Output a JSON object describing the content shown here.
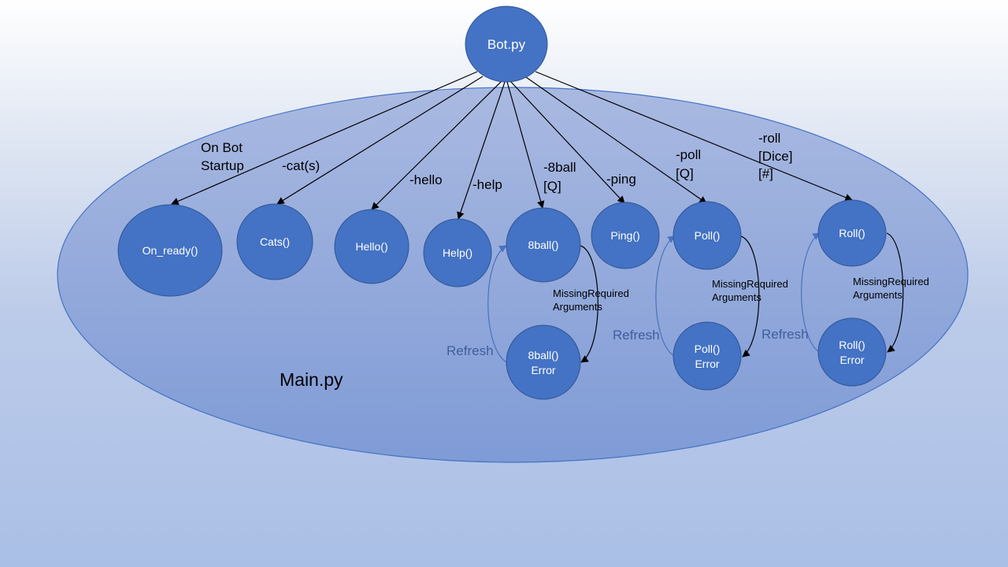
{
  "container": {
    "label": "Main.py"
  },
  "colors": {
    "node_fill": "#4472c4",
    "node_stroke": "#2f5597",
    "container_fill": "#8fa6d9",
    "container_stroke": "#4472c4",
    "refresh_arrow": "#4a72c0",
    "edge": "#000000"
  },
  "nodes": {
    "bot": "Bot.py",
    "on_ready": "On_ready()",
    "cats": "Cats()",
    "hello": "Hello()",
    "help": "Help()",
    "eightball": "8ball()",
    "ping": "Ping()",
    "poll": "Poll()",
    "roll": "Roll()",
    "eightball_error": [
      "8ball()",
      "Error"
    ],
    "poll_error": [
      "Poll()",
      "Error"
    ],
    "roll_error": [
      "Roll()",
      "Error"
    ]
  },
  "edge_labels": {
    "on_ready": [
      "On Bot",
      "Startup"
    ],
    "cats": [
      "-cat(s)"
    ],
    "hello": [
      "-hello"
    ],
    "help": [
      "-help"
    ],
    "eightball": [
      "-8ball",
      "[Q]"
    ],
    "ping": [
      "-ping"
    ],
    "poll": [
      "-poll",
      "[Q]"
    ],
    "roll": [
      "-roll",
      "[Dice]",
      "[#]"
    ]
  },
  "error_labels": {
    "eightball": [
      "MissingRequired",
      "Arguments"
    ],
    "poll": [
      "MissingRequired",
      "Arguments"
    ],
    "roll": [
      "MissingRequired",
      "Arguments"
    ]
  },
  "refresh_labels": {
    "eightball": "Refresh",
    "poll": "Refresh",
    "roll": "Refresh"
  }
}
